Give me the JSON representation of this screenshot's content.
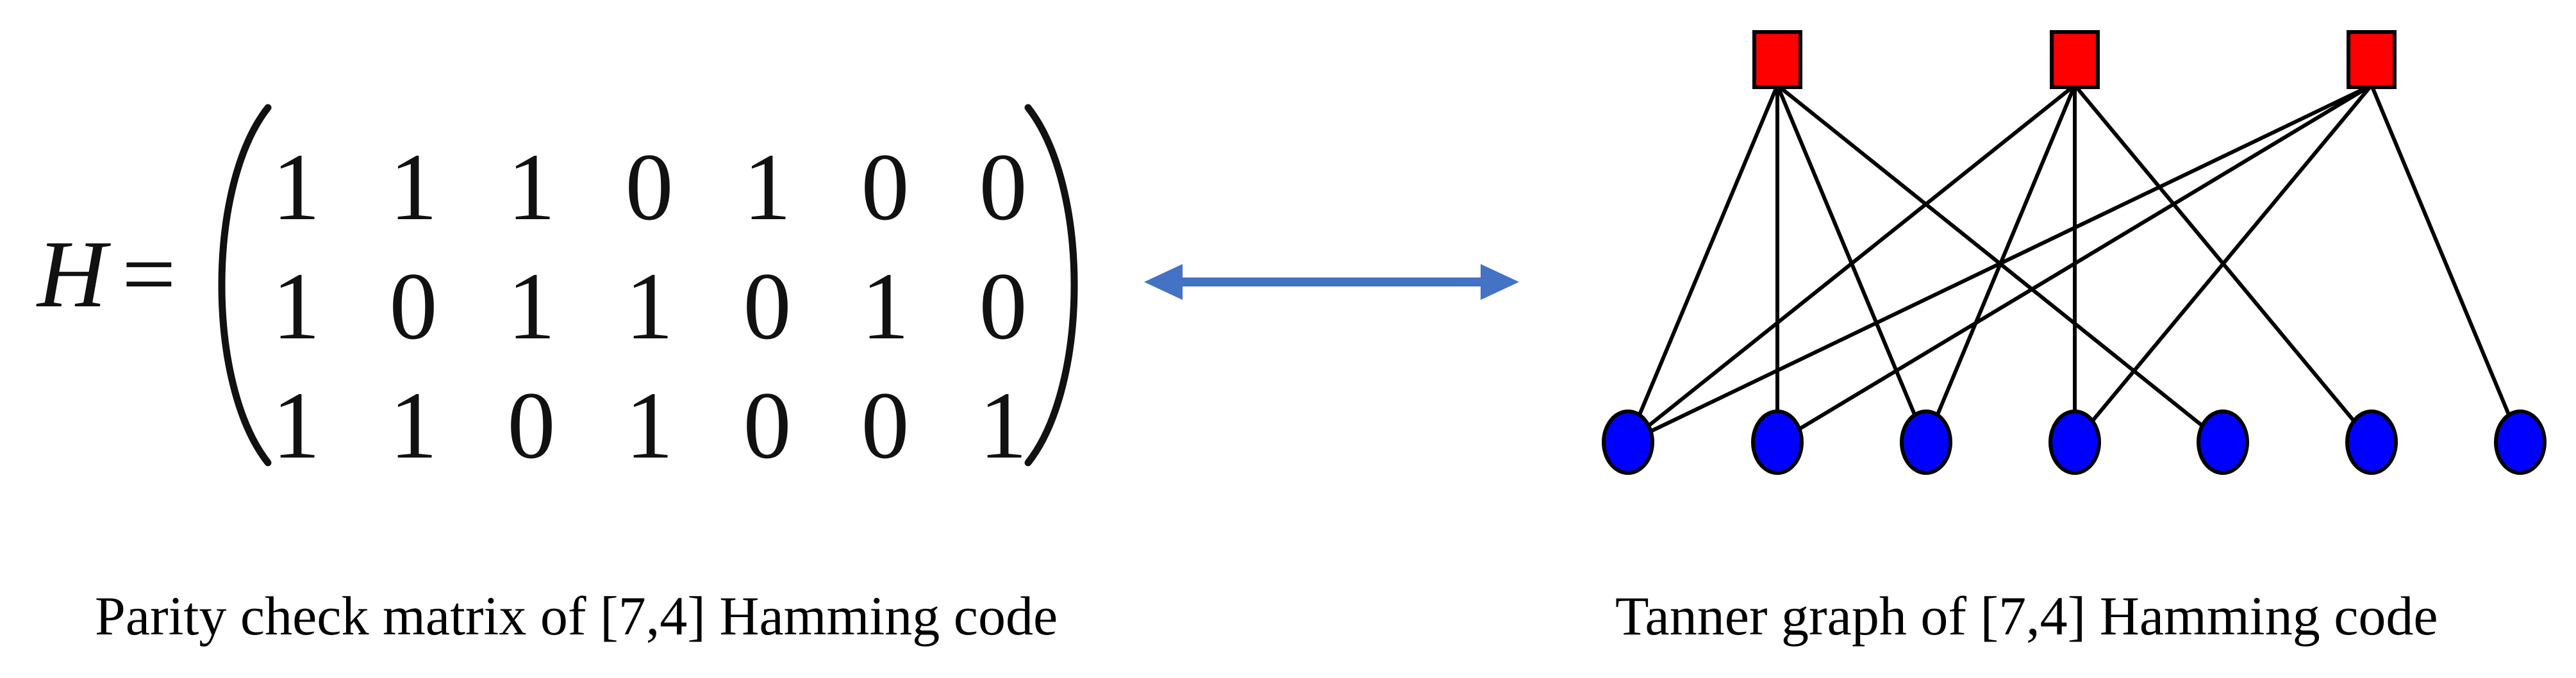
{
  "matrix": {
    "symbol": "H",
    "equals": "=",
    "rows": [
      [
        "1",
        "1",
        "1",
        "0",
        "1",
        "0",
        "0"
      ],
      [
        "1",
        "0",
        "1",
        "1",
        "0",
        "1",
        "0"
      ],
      [
        "1",
        "1",
        "0",
        "1",
        "0",
        "0",
        "1"
      ]
    ],
    "caption": "Parity check matrix of [7,4] Hamming code"
  },
  "arrow": {
    "color": "#4472C4"
  },
  "tanner": {
    "caption": "Tanner graph of [7,4] Hamming code",
    "check_node_count": 3,
    "variable_node_count": 7,
    "check_color": "#FF0000",
    "variable_color": "#0000FF",
    "edge_color": "#000000"
  }
}
